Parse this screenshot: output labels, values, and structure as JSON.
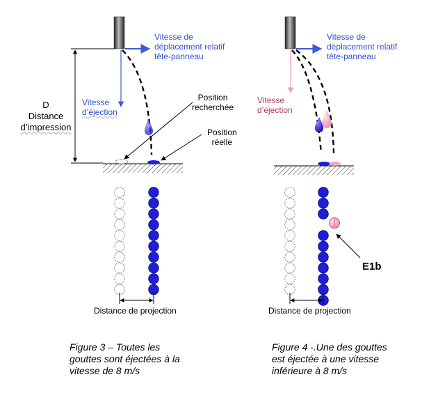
{
  "colors": {
    "drop_blue": "#1f1fd8",
    "drop_pink": "#f2a6c0",
    "arrow_blue": "#3a5ad8",
    "arrow_pink": "#f29ab8",
    "nozzle": "#4a4a4a"
  },
  "fig3": {
    "speed_label": [
      "Vitesse de",
      "déplacement relatif",
      "tête-panneau"
    ],
    "ejection_label": [
      "Vitesse",
      "d’éjection"
    ],
    "d_label": [
      "D",
      "Distance",
      "d’impression"
    ],
    "pos_sought": [
      "Position",
      "recherchée"
    ],
    "pos_real": [
      "Position",
      "réelle"
    ],
    "projection_label": "Distance de projection",
    "caption": [
      "Figure 3 – Toutes les",
      "gouttes sont éjectées à la",
      "vitesse de 8 m/s"
    ],
    "white_drops": 10,
    "blue_drops": 10
  },
  "fig4": {
    "speed_label": [
      "Vitesse de",
      "déplacement relatif",
      "tête-panneau"
    ],
    "ejection_label": [
      "Vitesse",
      "d’éjection"
    ],
    "projection_label": "Distance de projection",
    "callout": "E1b",
    "caption": [
      "Figure 4 -.Une des gouttes",
      "est éjectée à une vitesse",
      "inférieure à 8 m/s"
    ],
    "white_drops": 10,
    "blue_drops": 10,
    "pink_drops": 1
  }
}
